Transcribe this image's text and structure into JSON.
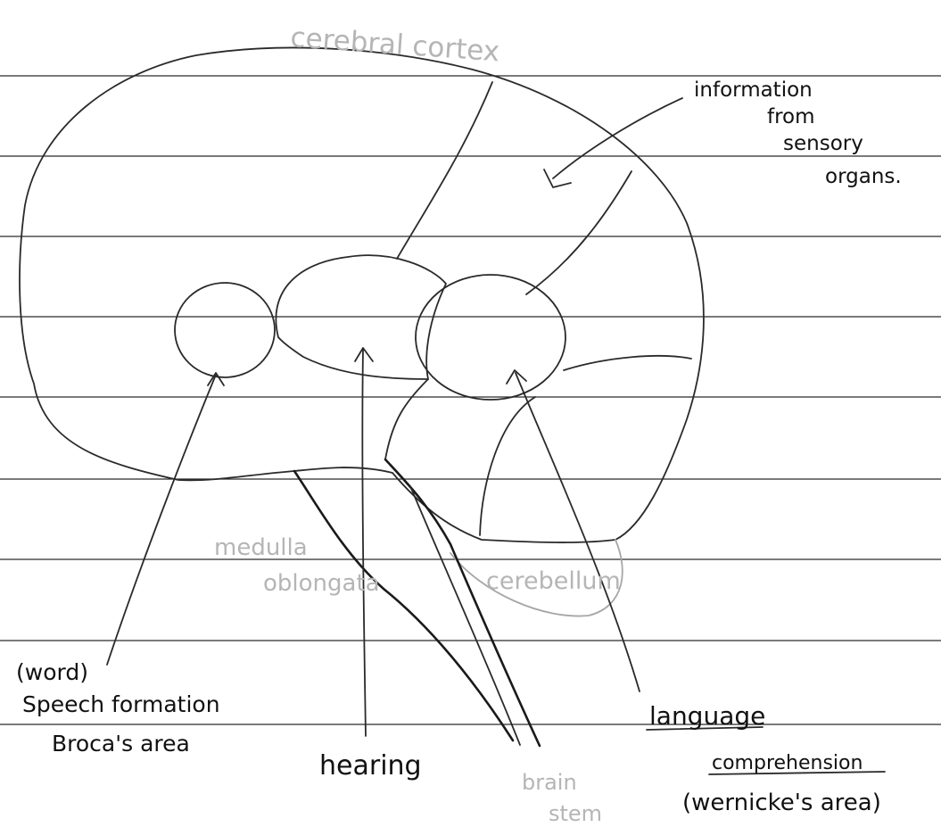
{
  "labels": {
    "cerebral_cortex": "cerebral cortex",
    "information_line1": "information",
    "information_line2": "from",
    "information_line3": "sensory",
    "information_line4": "organs.",
    "medulla_line1": "medulla",
    "medulla_line2": "oblongata",
    "cerebellum": "cerebellum",
    "word": "(word)",
    "speech_formation": "Speech formation",
    "brocas_area": "Broca's area",
    "hearing": "hearing",
    "brain_line1": "brain",
    "brain_line2": "stem",
    "language": "language",
    "comprehension": "comprehension",
    "wernickes_area": "(wernicke's area)"
  },
  "colors": {
    "ink": "#1a1a1a",
    "pencil": "#b5b5b5",
    "paper": "#ffffff"
  }
}
